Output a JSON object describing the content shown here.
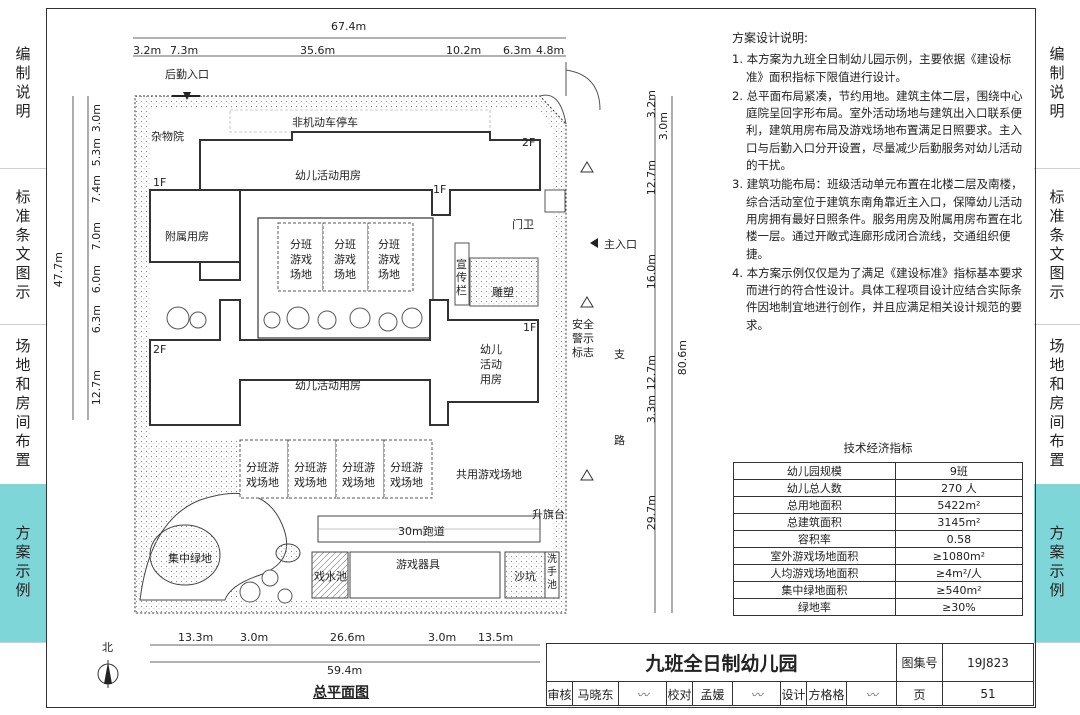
{
  "side_tabs": {
    "left": [
      "编制说明",
      "标准条文图示",
      "场地和房间布置",
      "方案示例"
    ],
    "right": [
      "编制说明",
      "标准条文图示",
      "场地和房间布置",
      "方案示例"
    ],
    "active_index": 3,
    "active_color": "#7fd6d8"
  },
  "plan": {
    "dims_top": [
      "67.4m",
      "3.2m",
      "7.3m",
      "35.6m",
      "10.2m",
      "6.3m",
      "4.8m"
    ],
    "dims_left": [
      "47.7m",
      "3.0m",
      "5.3m",
      "7.4m",
      "7.0m",
      "6.0m",
      "6.3m",
      "12.7m"
    ],
    "dims_right": [
      "80.6m",
      "3.2m",
      "3.0m",
      "12.7m",
      "16.0m",
      "12.7m",
      "3.3m",
      "29.7m"
    ],
    "dims_bottom": [
      "59.4m",
      "13.3m",
      "3.0m",
      "26.6m",
      "3.0m",
      "13.5m"
    ],
    "labels": {
      "back_entrance": "后勤入口",
      "bike_parking": "非机动车停车",
      "storage_yard": "杂物院",
      "activity_rooms_north": "幼儿活动用房",
      "annex": "附属用房",
      "play_area_short": [
        "分班",
        "游戏",
        "场地"
      ],
      "play_area_long": [
        "分班游",
        "戏场地"
      ],
      "bulletin": [
        "宣",
        "传",
        "栏"
      ],
      "sculpture": "雕塑",
      "gatehouse": "门卫",
      "main_entrance": "主入口",
      "safety_sign": [
        "安全",
        "警示",
        "标志"
      ],
      "branch_road": [
        "支",
        "路"
      ],
      "activity_rooms_south": "幼儿活动用房",
      "activity_rooms_east": [
        "幼儿",
        "活动",
        "用房"
      ],
      "shared_play": "共用游戏场地",
      "flagpole": "升旗台",
      "track": "30m跑道",
      "green": "集中绿地",
      "water_pool": "戏水池",
      "play_equipment": "游戏器具",
      "sandpit": "沙坑",
      "washing_pool": [
        "洗",
        "手",
        "池"
      ],
      "floors": [
        "2F",
        "1F",
        "1F",
        "2F",
        "1F"
      ],
      "north": "北",
      "plan_title": "总平面图"
    }
  },
  "notes": {
    "heading": "方案设计说明:",
    "items": [
      "1. 本方案为九班全日制幼儿园示例，主要依据《建设标准》面积指标下限值进行设计。",
      "2. 总平面布局紧凑，节约用地。建筑主体二层，围绕中心庭院呈回字形布局。室外活动场地与建筑出入口联系便利，建筑用房布局及游戏场地布置满足日照要求。主入口与后勤入口分开设置，尽量减少后勤服务对幼儿活动的干扰。",
      "3. 建筑功能布局：班级活动单元布置在北楼二层及南楼，综合活动室位于建筑东南角靠近主入口，保障幼儿活动用房拥有最好日照条件。服务用房及附属用房布置在北楼一层。通过开敞式连廊形成闭合流线，交通组织便捷。",
      "4. 本方案示例仅仅是为了满足《建设标准》指标基本要求而进行的符合性设计。具体工程项目设计应结合实际条件因地制宜地进行创作，并且应满足相关设计规范的要求。"
    ]
  },
  "economics": {
    "title": "技术经济指标",
    "rows": [
      {
        "label": "幼儿园规模",
        "value": "9班"
      },
      {
        "label": "幼儿总人数",
        "value": "270 人"
      },
      {
        "label": "总用地面积",
        "value": "5422m²"
      },
      {
        "label": "总建筑面积",
        "value": "3145m²"
      },
      {
        "label": "容积率",
        "value": "0.58"
      },
      {
        "label": "室外游戏场地面积",
        "value": "≥1080m²"
      },
      {
        "label": "人均游戏场地面积",
        "value": "≥4m²/人"
      },
      {
        "label": "集中绿地面积",
        "value": "≥540m²"
      },
      {
        "label": "绿地率",
        "value": "≥30%"
      }
    ]
  },
  "title_block": {
    "name": "九班全日制幼儿园",
    "atlas_label": "图集号",
    "atlas_no": "19J823",
    "review_label": "审核",
    "reviewer": "马晓东",
    "check_label": "校对",
    "checker": "孟媛",
    "design_label": "设计",
    "designer": "方格格",
    "page_label": "页",
    "page_no": "51"
  }
}
